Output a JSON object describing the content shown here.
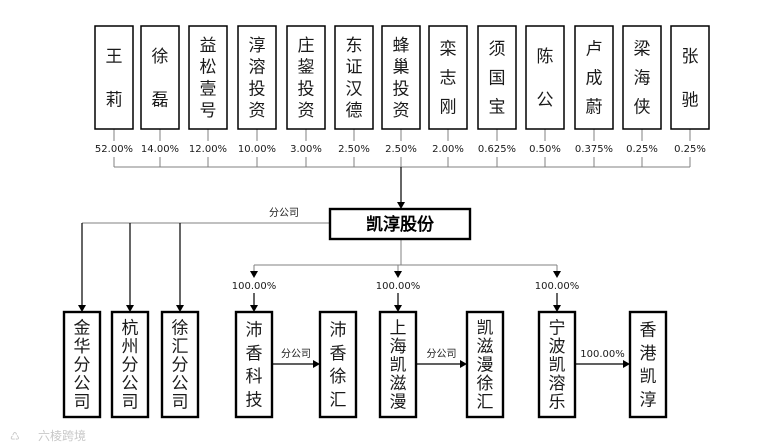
{
  "shareholders": [
    {
      "name": "王莉",
      "percent": "52.00%"
    },
    {
      "name": "徐磊",
      "percent": "14.00%"
    },
    {
      "name": "益松壹号",
      "percent": "12.00%"
    },
    {
      "name": "淳溶投资",
      "percent": "10.00%"
    },
    {
      "name": "庄鋆投资",
      "percent": "3.00%"
    },
    {
      "name": "东证汉德",
      "percent": "2.50%"
    },
    {
      "name": "蜂巢投资",
      "percent": "2.50%"
    },
    {
      "name": "栾志刚",
      "percent": "2.00%"
    },
    {
      "name": "须国宝",
      "percent": "0.625%"
    },
    {
      "name": "陈公",
      "percent": "0.50%"
    },
    {
      "name": "卢成蔚",
      "percent": "0.375%"
    },
    {
      "name": "梁海侠",
      "percent": "0.25%"
    },
    {
      "name": "张驰",
      "percent": "0.25%"
    }
  ],
  "company": {
    "name": "凯淳股份"
  },
  "branch_label": "分公司",
  "branches": [
    {
      "name": "金华分公司"
    },
    {
      "name": "杭州分公司"
    },
    {
      "name": "徐汇分公司"
    }
  ],
  "subsidiaries": [
    {
      "name": "沛香科技",
      "percent": "100.00%",
      "child": {
        "name": "沛香徐汇",
        "relation": "分公司"
      }
    },
    {
      "name": "上海凯滋漫",
      "percent": "100.00%",
      "child": {
        "name": "凯滋漫徐汇",
        "relation": "分公司"
      }
    },
    {
      "name": "宁波凯溶乐",
      "percent": "100.00%",
      "child": {
        "name": "香港凯淳",
        "relation": "100.00%"
      }
    }
  ],
  "watermark": {
    "text": "六棱跨境"
  },
  "colors": {
    "line": "#808080",
    "arrow": "#000000",
    "box_border": "#000000"
  }
}
